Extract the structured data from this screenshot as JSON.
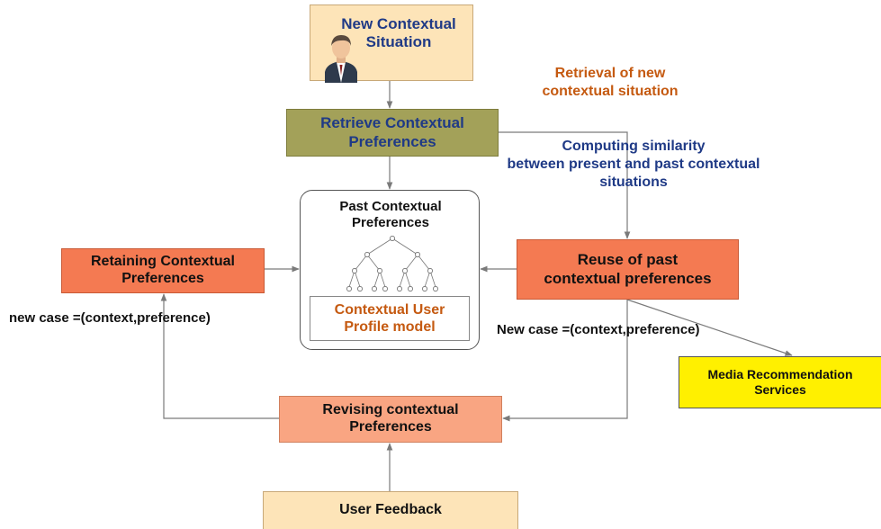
{
  "diagram": {
    "new_situation": {
      "line1": "New Contextual",
      "line2": "Situation",
      "icon": "person-icon"
    },
    "retrieve": {
      "line1": "Retrieve Contextual",
      "line2": "Preferences"
    },
    "past_prefs": {
      "line1": "Past Contextual",
      "line2": "Preferences",
      "icon": "tree-icon"
    },
    "profile_model": {
      "line1": "Contextual User",
      "line2": "Profile model"
    },
    "retaining": {
      "line1": "Retaining Contextual",
      "line2": "Preferences"
    },
    "reuse": {
      "line1": "Reuse of past",
      "line2": "contextual preferences"
    },
    "revising": {
      "line1": "Revising contextual",
      "line2": "Preferences"
    },
    "media": {
      "line1": "Media Recommendation",
      "line2": "Services"
    },
    "feedback": {
      "label": "User Feedback"
    },
    "captions": {
      "retrieval": {
        "line1": "Retrieval of new",
        "line2": "contextual situation"
      },
      "similarity": {
        "line1": "Computing similarity",
        "line2": "between present and past contextual",
        "line3": "situations"
      },
      "new_case_left": "new case =(context,preference)",
      "new_case_right": "New case =(context,preference)"
    },
    "colors": {
      "blue_text": "#1f3a86",
      "orange_text": "#c55a11",
      "situation_fill": "#fde4b8",
      "retrieve_fill": "#a3a159",
      "process_fill": "#f47a52",
      "revising_fill": "#f9a582",
      "media_fill": "#fff000"
    }
  }
}
